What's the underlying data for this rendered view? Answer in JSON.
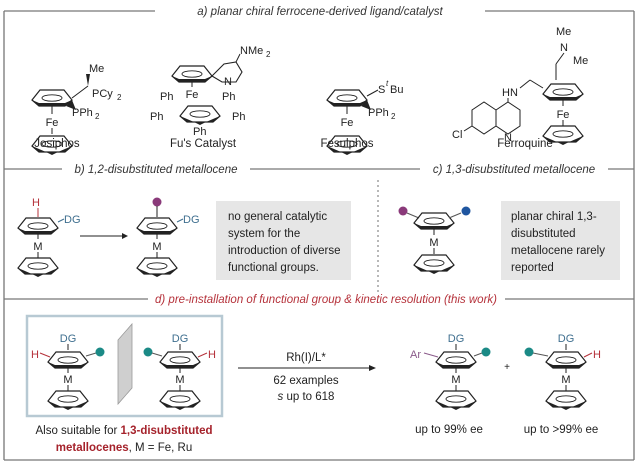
{
  "sections": {
    "a": {
      "title": "a) planar chiral ferrocene-derived ligand/catalyst",
      "compounds": [
        {
          "name": "Josiphos",
          "atoms": {
            "me": "Me",
            "pcy": "PCy",
            "pcy_sub": "2",
            "pph": "PPh",
            "pph_sub": "2",
            "metal": "Fe"
          }
        },
        {
          "name": "Fu's Catalyst",
          "atoms": {
            "nme": "NMe",
            "nme_sub": "2",
            "n": "N",
            "metal": "Fe",
            "ph": "Ph"
          }
        },
        {
          "name": "Fesulphos",
          "atoms": {
            "s": "S",
            "s_sup": "t",
            "bu": "Bu",
            "pph": "PPh",
            "pph_sub": "2",
            "metal": "Fe"
          }
        },
        {
          "name": "Ferroquine",
          "atoms": {
            "me": "Me",
            "n": "N",
            "hn": "HN",
            "cl": "Cl",
            "metal": "Fe"
          }
        }
      ]
    },
    "b": {
      "title": "b) 1,2-disubstituted metallocene",
      "atoms": {
        "h": "H",
        "dg": "DG",
        "metal": "M"
      },
      "note": [
        "no general catalytic",
        "system for the",
        "introduction of diverse",
        "functional groups."
      ]
    },
    "c": {
      "title": "c) 1,3-disubstituted metallocene",
      "atoms": {
        "metal": "M"
      },
      "note": [
        "planar chiral 1,3-",
        "disubstituted",
        "metallocene rarely",
        "reported"
      ]
    },
    "d": {
      "title": "d) pre-installation of functional group & kinetic resolution (this work)",
      "atoms": {
        "h": "H",
        "dg": "DG",
        "metal": "M",
        "ar": "Ar",
        "plus": "+"
      },
      "conditions": {
        "reagent": "Rh(I)/L*",
        "examples": "62 examples",
        "s_italic": "s",
        "s_rest": " up to 618"
      },
      "caption": {
        "part1": "Also suitable for ",
        "bold1": "1,3-disubstituted",
        "bold2": "metallocenes",
        "part2": ", M = Fe, Ru"
      },
      "product_ee": "up to 99% ee",
      "recovered_ee": "up to >99% ee"
    }
  },
  "colors": {
    "frame": "#777777",
    "dg_blue": "#3f6f8f",
    "h_red": "#b5313a",
    "purple_dot": "#8a3a7a",
    "blue_dot": "#1f56a0",
    "teal_dot": "#1b8a86",
    "note_box": "#e6e6e6",
    "racemate_box_border": "#b7c9d3"
  }
}
